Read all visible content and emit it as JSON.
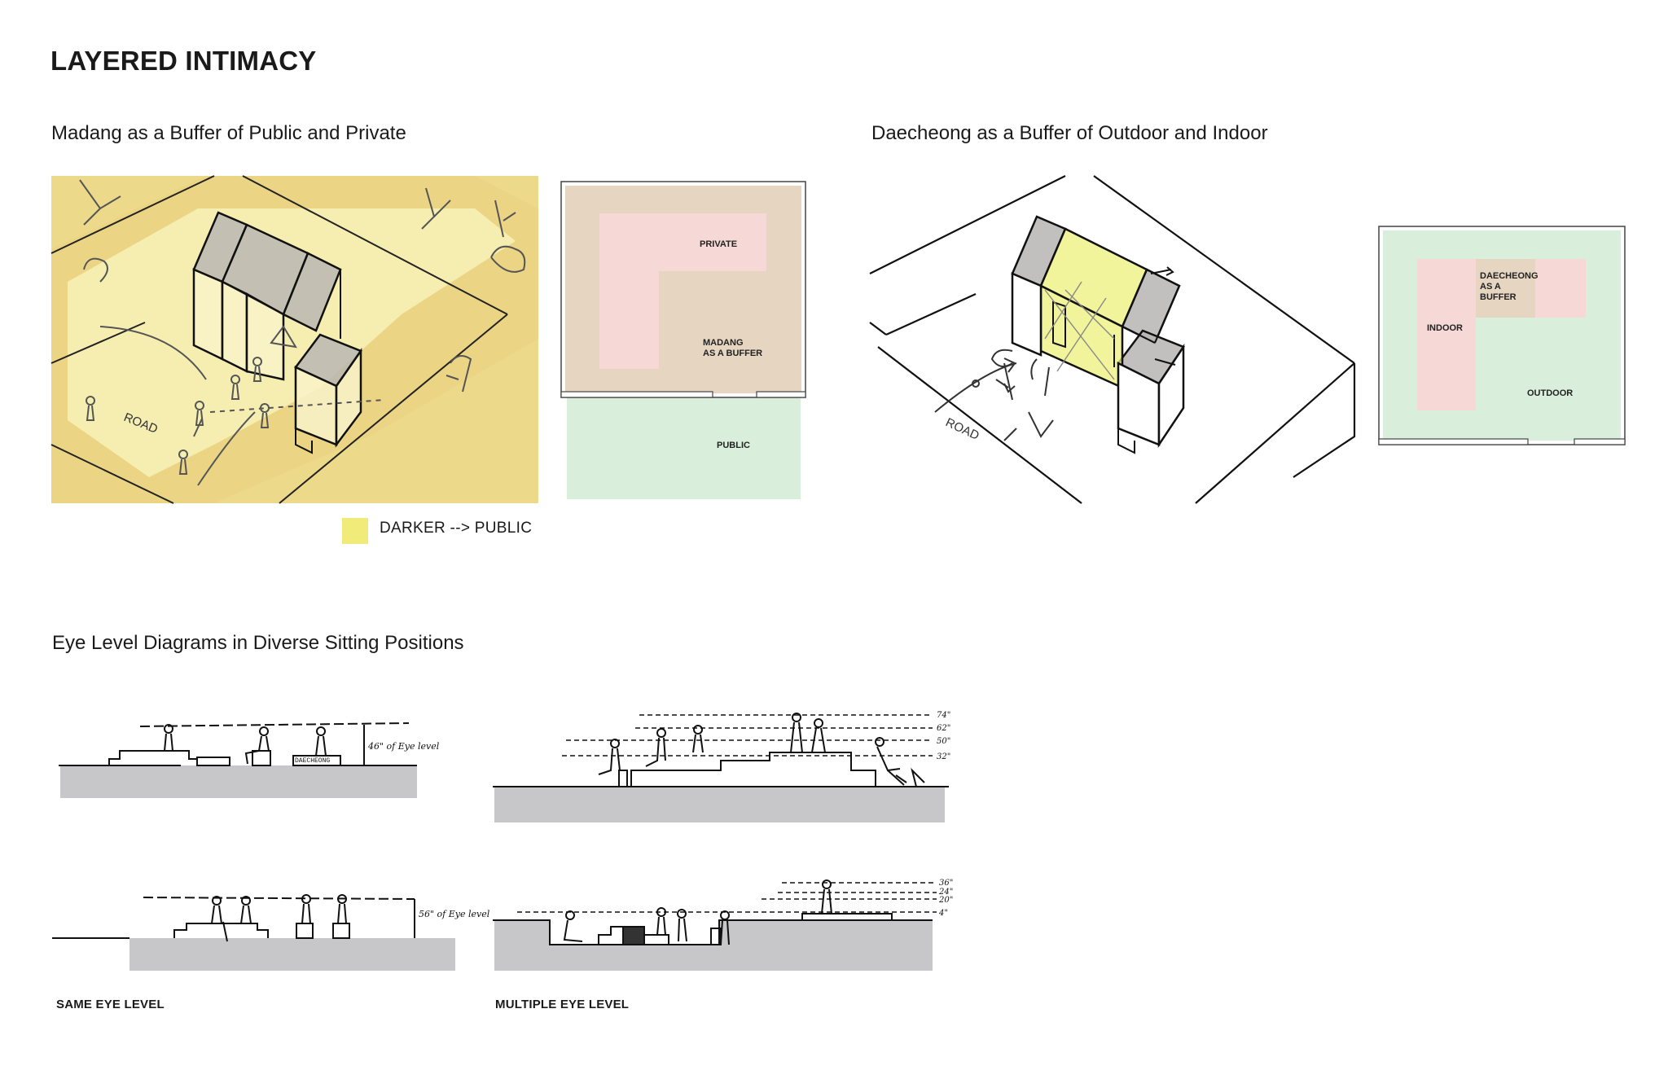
{
  "page": {
    "title": "LAYERED INTIMACY"
  },
  "madang": {
    "heading": "Madang as a Buffer of Public and Private",
    "legend_label": "DARKER --> PUBLIC",
    "sketch_label_road": "ROAD",
    "plan": {
      "private_label": "PRIVATE",
      "buffer_label_line1": "MADANG",
      "buffer_label_line2": "AS A BUFFER",
      "public_label": "PUBLIC"
    }
  },
  "daecheong": {
    "heading": "Daecheong as a Buffer of Outdoor and Indoor",
    "sketch_label_road": "ROAD",
    "plan": {
      "buffer_label_line1": "DAECHEONG",
      "buffer_label_line2": "AS A",
      "buffer_label_line3": "BUFFER",
      "indoor_label": "INDOOR",
      "outdoor_label": "OUTDOOR"
    }
  },
  "eye_level": {
    "heading": "Eye Level Diagrams in Diverse Sitting Positions",
    "same_caption": "SAME EYE LEVEL",
    "multiple_caption": "MULTIPLE EYE LEVEL",
    "same_top_note": "46\" of Eye level",
    "same_top_block": "DAECHEONG",
    "same_bottom_note": "56\" of Eye level",
    "multiple_top_marks": [
      "74\"",
      "62\"",
      "50\"",
      "32\""
    ],
    "multiple_bottom_marks": [
      "36\"",
      "24\"",
      "20\"",
      "4\""
    ]
  },
  "colors": {
    "sketch_yellow_light": "#f5eeb0",
    "sketch_yellow_dark": "#ecd98a",
    "legend_yellow": "#f1ec7a",
    "plan_tan": "#e6d5c1",
    "plan_pink": "#f6d9d6",
    "plan_green": "#d9eedb",
    "ground_gray": "#c7c7c9"
  }
}
